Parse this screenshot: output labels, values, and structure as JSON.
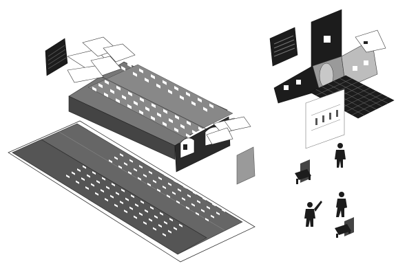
{
  "diagram": {
    "style": "black-and-white exploded axonometric architectural drawing",
    "colors": {
      "background": "#ffffff",
      "solid": "#1c1c1c",
      "grey_dark": "#555555",
      "grey_mid": "#777777",
      "grey_light": "#9a9a9a",
      "outline": "#333333",
      "window": "#ffffff"
    },
    "left_assembly": {
      "parts": [
        "roof-panel-with-windows",
        "floor-slab-with-windows",
        "end-wall-doors",
        "loose-outline-parts",
        "dark-louvered-panel",
        "grey-door-panel"
      ]
    },
    "right_assembly": {
      "parts": [
        "folded-module",
        "upper-tower",
        "louvered-panel",
        "module-floor-grid",
        "pole-frame"
      ]
    },
    "figures": [
      {
        "pose": "standing"
      },
      {
        "pose": "walking"
      },
      {
        "pose": "waving"
      }
    ],
    "icon": "chair-icon"
  }
}
